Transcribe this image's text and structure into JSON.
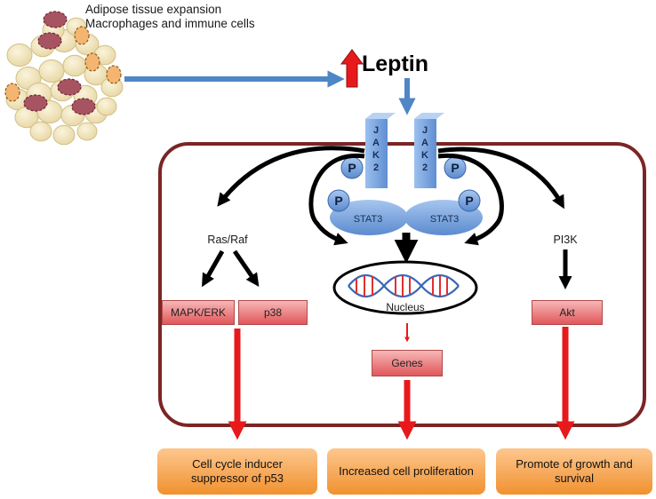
{
  "intro": {
    "line1": "Adipose tissue expansion",
    "line2": "Macrophages and immune cells"
  },
  "leptin": "Leptin",
  "receptor": {
    "jak_left": "JAK2",
    "jak_right": "JAK2",
    "phospho": "P",
    "stat_left": "STAT3",
    "stat_right": "STAT3",
    "nucleus": "Nucleus"
  },
  "pathways": {
    "ras_raf": "Ras/Raf",
    "mapk_erk": "MAPK/ERK",
    "p38": "p38",
    "pi3k": "PI3K",
    "akt": "Akt",
    "genes": "Genes"
  },
  "outcomes": {
    "left": "Cell cycle inducer suppressor of p53",
    "center": "Increased cell proliferation",
    "right": "Promote of growth and survival"
  },
  "colors": {
    "cell_border": "#7b2525",
    "blue_arrow": "#4f86c6",
    "red_arrow": "#e8191c",
    "protein_blue": "#7ea6dd"
  }
}
